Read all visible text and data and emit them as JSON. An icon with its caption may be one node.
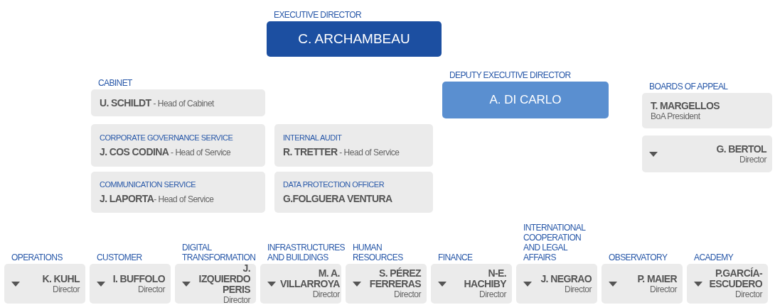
{
  "diagram": {
    "nodes": [
      {
        "text": [
          "EXECUTIVE DIRECTOR",
          "C. ARCHAMBEAU"
        ]
      },
      {
        "text": [
          "CABINET",
          "**U. SCHILDT** - Head of Cabinet"
        ]
      },
      {
        "text": [
          "DEPUTY EXECUTIVE DIRECTOR",
          "A. DI CARLO"
        ]
      },
      {
        "text": [
          "BOARDS OF APPEAL",
          "T. MARGELLOS",
          "BoA President"
        ]
      },
      {
        "text": [
          "CORPORATE GOVERNANCE SERVICE",
          "**J. COS CODINA** - Head of Service"
        ]
      },
      {
        "text": [
          "INTERNAL AUDIT",
          "**R. TRETTER** - Head of Service"
        ]
      },
      {
        "text": [
          "G. BERTOL",
          "Director"
        ]
      },
      {
        "text": [
          "COMMUNICATION SERVICE",
          "**J. LAPORTA**- Head of Service"
        ]
      },
      {
        "text": [
          "DATA PROTECTION OFFICER",
          "G.FOLGUERA VENTURA"
        ]
      },
      {
        "text": [
          "OPERATIONS",
          "K. KUHL",
          "Director"
        ]
      },
      {
        "text": [
          "CUSTOMER",
          "I. BUFFOLO",
          "Director"
        ]
      },
      {
        "text": [
          "DIGITAL TRANSFORMATION",
          "J. IZQUIERDO PERIS",
          "Director"
        ]
      },
      {
        "text": [
          "INFRASTRUCTURES AND BUILDINGS",
          "M. A. VILLARROYA",
          "Director"
        ]
      },
      {
        "text": [
          "HUMAN RESOURCES",
          "S. PÉREZ FERRERAS",
          "Director"
        ]
      },
      {
        "text": [
          "FINANCE",
          "N-E. HACHIBY",
          "Director"
        ]
      },
      {
        "text": [
          "INTERNATIONAL COOPERATION AND LEGAL AFFAIRS",
          "J. NEGRAO",
          "Director"
        ]
      },
      {
        "text": [
          "OBSERVATORY",
          "P. MAIER",
          "Director"
        ]
      },
      {
        "text": [
          "ACADEMY",
          "P.GARCÍA-ESCUDERO",
          "Director"
        ]
      }
    ],
    "edges": []
  }
}
